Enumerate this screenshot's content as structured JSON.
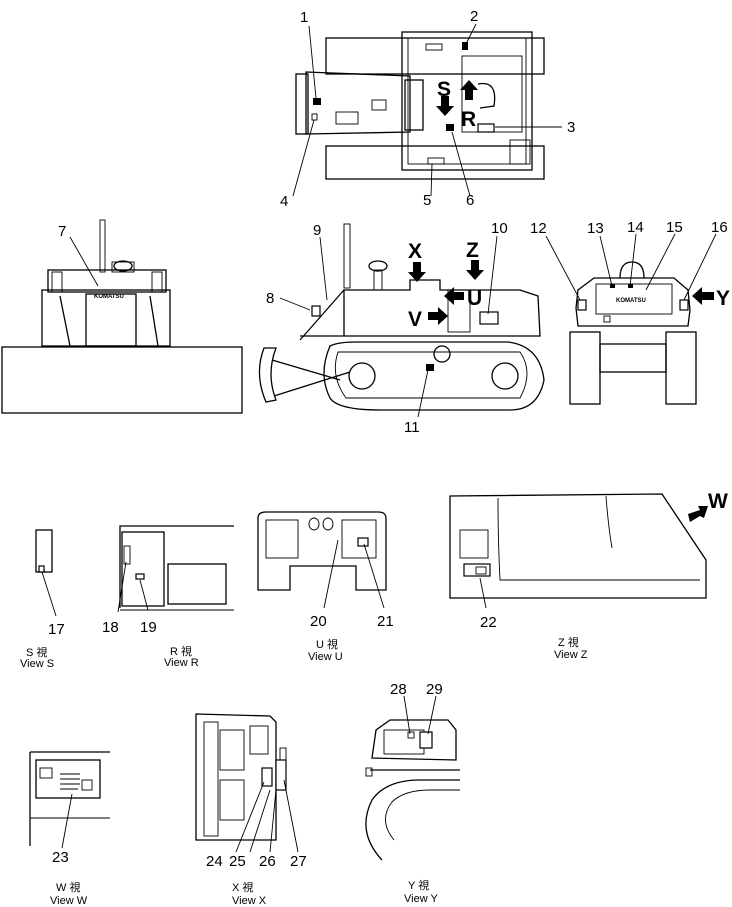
{
  "callouts": [
    "1",
    "2",
    "3",
    "4",
    "5",
    "6",
    "7",
    "8",
    "9",
    "10",
    "11",
    "12",
    "13",
    "14",
    "15",
    "16",
    "17",
    "18",
    "19",
    "20",
    "21",
    "22",
    "23",
    "24",
    "25",
    "26",
    "27",
    "28",
    "29"
  ],
  "view_letters": {
    "S": "S",
    "R": "R",
    "X": "X",
    "Z": "Z",
    "U": "U",
    "V": "V",
    "Y": "Y",
    "W": "W"
  },
  "brand_text": "KOMATSU",
  "captions": {
    "S": {
      "kanji": "S 視",
      "english": "View S"
    },
    "R": {
      "kanji": "R 視",
      "english": "View R"
    },
    "U": {
      "kanji": "U 視",
      "english": "View U"
    },
    "Z": {
      "kanji": "Z 視",
      "english": "View Z"
    },
    "W": {
      "kanji": "W 視",
      "english": "View W"
    },
    "X": {
      "kanji": "X 視",
      "english": "View X"
    },
    "Y": {
      "kanji": "Y 視",
      "english": "View Y"
    }
  }
}
